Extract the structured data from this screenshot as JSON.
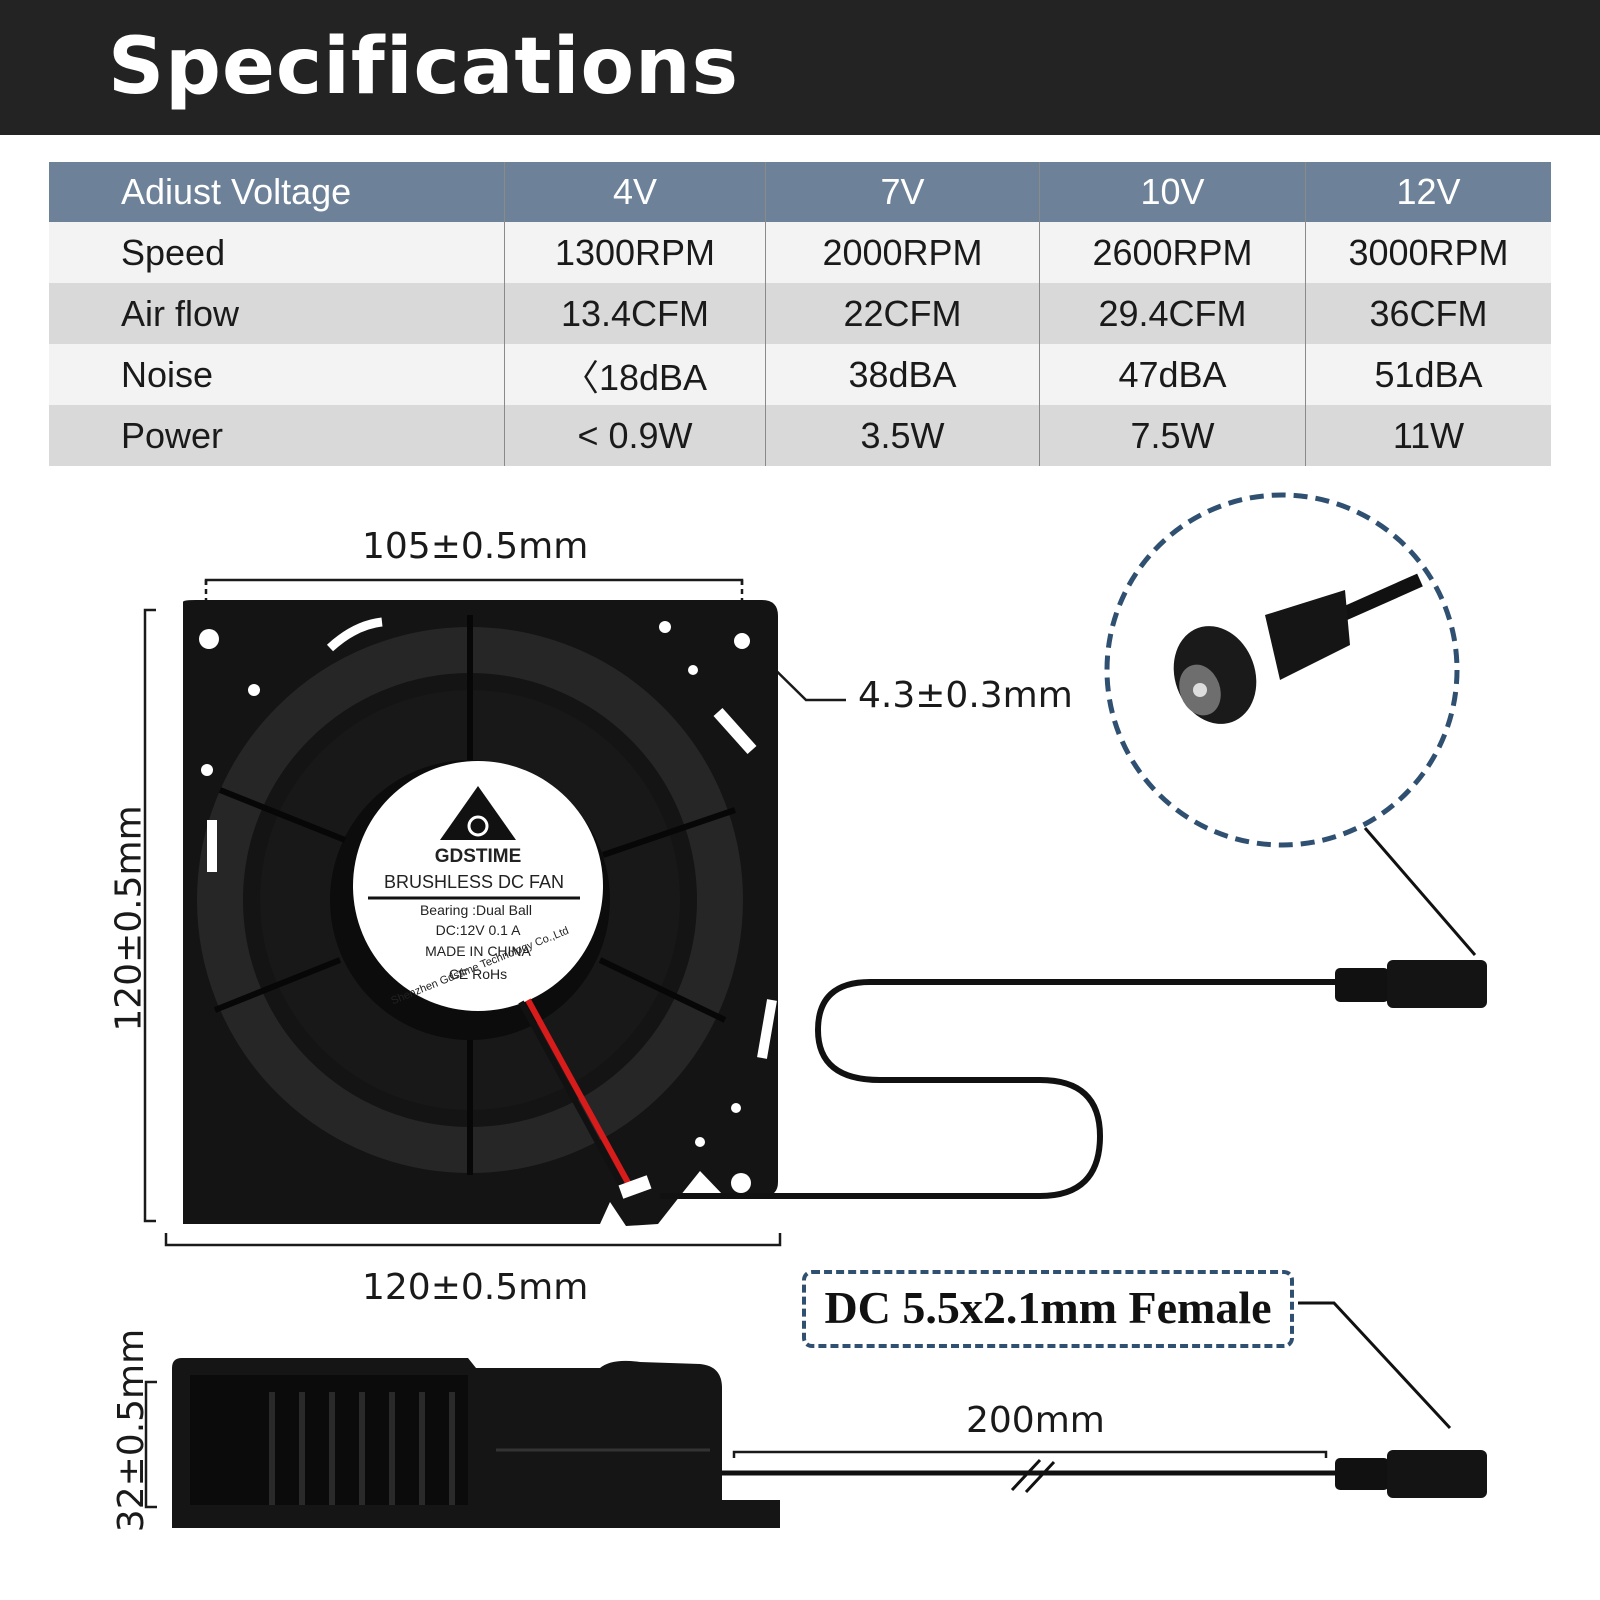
{
  "header": {
    "title": "Specifications"
  },
  "spec_table": {
    "columns": [
      "Adiust Voltage",
      "4V",
      "7V",
      "10V",
      "12V"
    ],
    "rows": [
      [
        "Speed",
        "1300RPM",
        "2000RPM",
        "2600RPM",
        "3000RPM"
      ],
      [
        "Air flow",
        "13.4CFM",
        "22CFM",
        "29.4CFM",
        "36CFM"
      ],
      [
        "Noise",
        "〈18dBA",
        "38dBA",
        "47dBA",
        "51dBA"
      ],
      [
        "Power",
        "< 0.9W",
        "3.5W",
        "7.5W",
        "11W"
      ]
    ]
  },
  "dimensions": {
    "hole_spacing": "105±0.5mm",
    "hole_diameter": "4.3±0.3mm",
    "height": "120±0.5mm",
    "width": "120±0.5mm",
    "thickness": "32±0.5mm",
    "cable_length": "200mm"
  },
  "connector": {
    "label": "DC 5.5x2.1mm Female"
  },
  "fan_label": {
    "brand": "GDSTIME",
    "product": "BRUSHLESS DC FAN",
    "bearing": "Bearing :Dual Ball",
    "rating": "DC:12V  0.1 A",
    "origin": "MADE IN CHINA",
    "certs": "CE  RoHs",
    "maker": "Shenzhen Gdstime Technology Co.,Ltd"
  }
}
